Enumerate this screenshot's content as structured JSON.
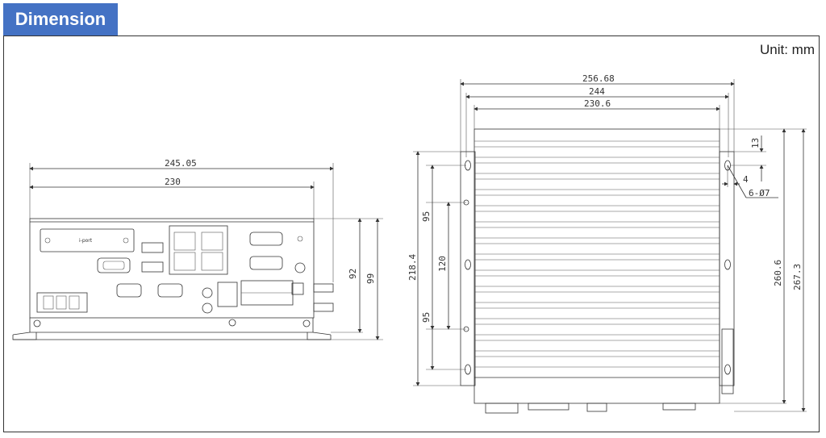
{
  "header": {
    "title": "Dimension",
    "unit": "Unit: mm"
  },
  "front_view": {
    "width_overall": "245.05",
    "width_body": "230",
    "height_body": "92",
    "height_overall": "99",
    "panel_label": "i-port"
  },
  "top_view": {
    "width_overall": "256.68",
    "width_mid": "244",
    "width_body": "230.6",
    "hole_spacing_1": "95",
    "hole_spacing_2": "120",
    "hole_spacing_3": "95",
    "hole_span": "218.4",
    "depth_body": "260.6",
    "depth_overall": "267.3",
    "tab_offset": "13",
    "tab_width": "4",
    "hole_callout": "6-Ø7"
  },
  "colors": {
    "header_bg": "#4472c4",
    "line": "#333333"
  }
}
